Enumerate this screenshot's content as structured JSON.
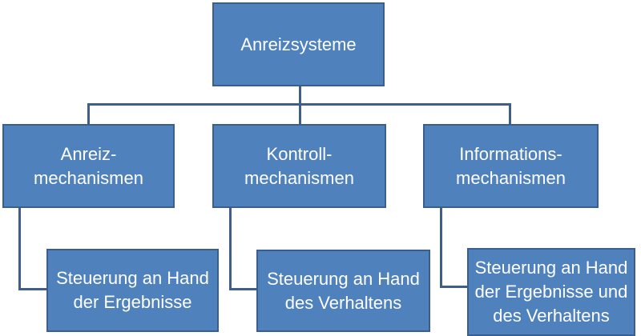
{
  "diagram": {
    "root": {
      "label": "Anreizsysteme"
    },
    "level2": [
      {
        "label": "Anreiz-\nmechanismen"
      },
      {
        "label": "Kontroll-\nmechanismen"
      },
      {
        "label": "Informations-\nmechanismen"
      }
    ],
    "level3": [
      {
        "label": "Steuerung an Hand\nder Ergebnisse"
      },
      {
        "label": "Steuerung an Hand\ndes Verhaltens"
      },
      {
        "label": "Steuerung an Hand\nder Ergebnisse und\ndes Verhaltens"
      }
    ],
    "colors": {
      "box_fill": "#4F81BD",
      "box_border": "#3A5F8F",
      "connector": "#3F5E8C",
      "text": "#FFFFFF",
      "background": "#FFFFFF"
    }
  }
}
